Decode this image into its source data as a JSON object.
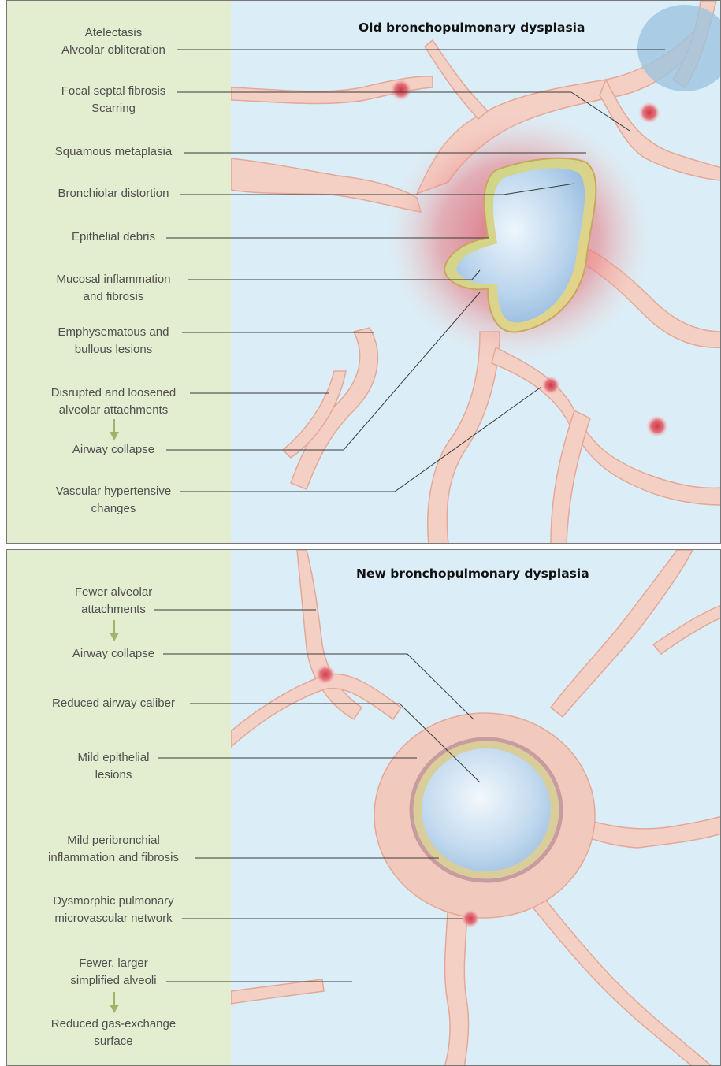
{
  "colors": {
    "left_band": "#e3edcf",
    "airspace": "#dbeef8",
    "tissue": "#f4cfc4",
    "tissue_edge": "#e7b0a2",
    "inflammation": "#e0747e",
    "leader_line": "#3a3a3a",
    "label_text": "#4f4f4f",
    "arrow": "#9fb46a"
  },
  "old_panel": {
    "title": "Old bronchopulmonary dysplasia",
    "labels": [
      {
        "lines": [
          "Atelectasis",
          "Alveolar obliteration"
        ]
      },
      {
        "lines": [
          "Focal septal fibrosis",
          "Scarring"
        ]
      },
      {
        "lines": [
          "Squamous metaplasia"
        ]
      },
      {
        "lines": [
          "Bronchiolar distortion"
        ]
      },
      {
        "lines": [
          "Epithelial debris"
        ]
      },
      {
        "lines": [
          "Mucosal inflammation",
          "and fibrosis"
        ]
      },
      {
        "lines": [
          "Emphysematous and",
          "bullous lesions"
        ]
      },
      {
        "lines": [
          "Disrupted and loosened",
          "alveolar attachments"
        ]
      },
      {
        "lines": [
          "Airway collapse"
        ]
      },
      {
        "lines": [
          "Vascular hypertensive",
          "changes"
        ]
      }
    ]
  },
  "new_panel": {
    "title": "New bronchopulmonary dysplasia",
    "labels": [
      {
        "lines": [
          "Fewer alveolar",
          "attachments"
        ]
      },
      {
        "lines": [
          "Airway collapse"
        ]
      },
      {
        "lines": [
          "Reduced airway caliber"
        ]
      },
      {
        "lines": [
          "Mild epithelial",
          "lesions"
        ]
      },
      {
        "lines": [
          "Mild peribronchial",
          "inflammation and fibrosis"
        ]
      },
      {
        "lines": [
          "Dysmorphic pulmonary",
          "microvascular network"
        ]
      },
      {
        "lines": [
          "Fewer, larger",
          "simplified alveoli"
        ]
      },
      {
        "lines": [
          "Reduced gas-exchange",
          "surface"
        ]
      }
    ]
  }
}
